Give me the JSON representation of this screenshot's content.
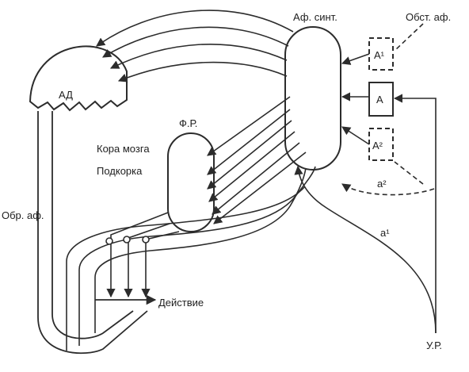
{
  "labels": {
    "ad": "АД",
    "fr": "Ф.Р.",
    "af_sint": "Аф. синт.",
    "obst_af": "Обст. аф.",
    "a1_box": "А¹",
    "a_box": "А",
    "a2_box": "А²",
    "kora": "Кора мозга",
    "podkorka": "Подкорка",
    "obr_af": "Обр. аф.",
    "deistvie": "Действие",
    "a2_path": "а²",
    "a1_path": "а¹",
    "ur": "У.Р."
  },
  "colors": {
    "ink": "#2c2c2c",
    "background": "#ffffff"
  }
}
